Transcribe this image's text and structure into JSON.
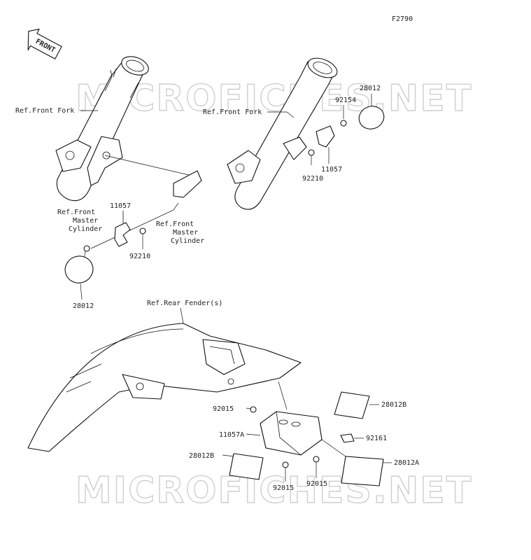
{
  "figure_code": "F2790",
  "front_arrow": "FRONT",
  "watermark": "MICROFICHES.NET",
  "labels": {
    "ref_front_fork_left": "Ref.Front Fork",
    "ref_front_fork_right": "Ref.Front Fork",
    "ref_fmc_left": [
      "Ref.Front",
      "Master",
      "Cylinder"
    ],
    "ref_fmc_right": [
      "Ref.Front",
      "Master",
      "Cylinder"
    ],
    "ref_rear_fender": "Ref.Rear Fender(s)",
    "p11057_left": "11057",
    "p92210_left": "92210",
    "p28012_left": "28012",
    "p28012_right": "28012",
    "p92154": "92154",
    "p11057_right": "11057",
    "p92210_right": "92210",
    "p92015_top": "92015",
    "p11057A": "11057A",
    "p28012B_left": "28012B",
    "p92015_bl": "92015",
    "p92015_br": "92015",
    "p28012B_right": "28012B",
    "p92161": "92161",
    "p28012A": "28012A"
  }
}
